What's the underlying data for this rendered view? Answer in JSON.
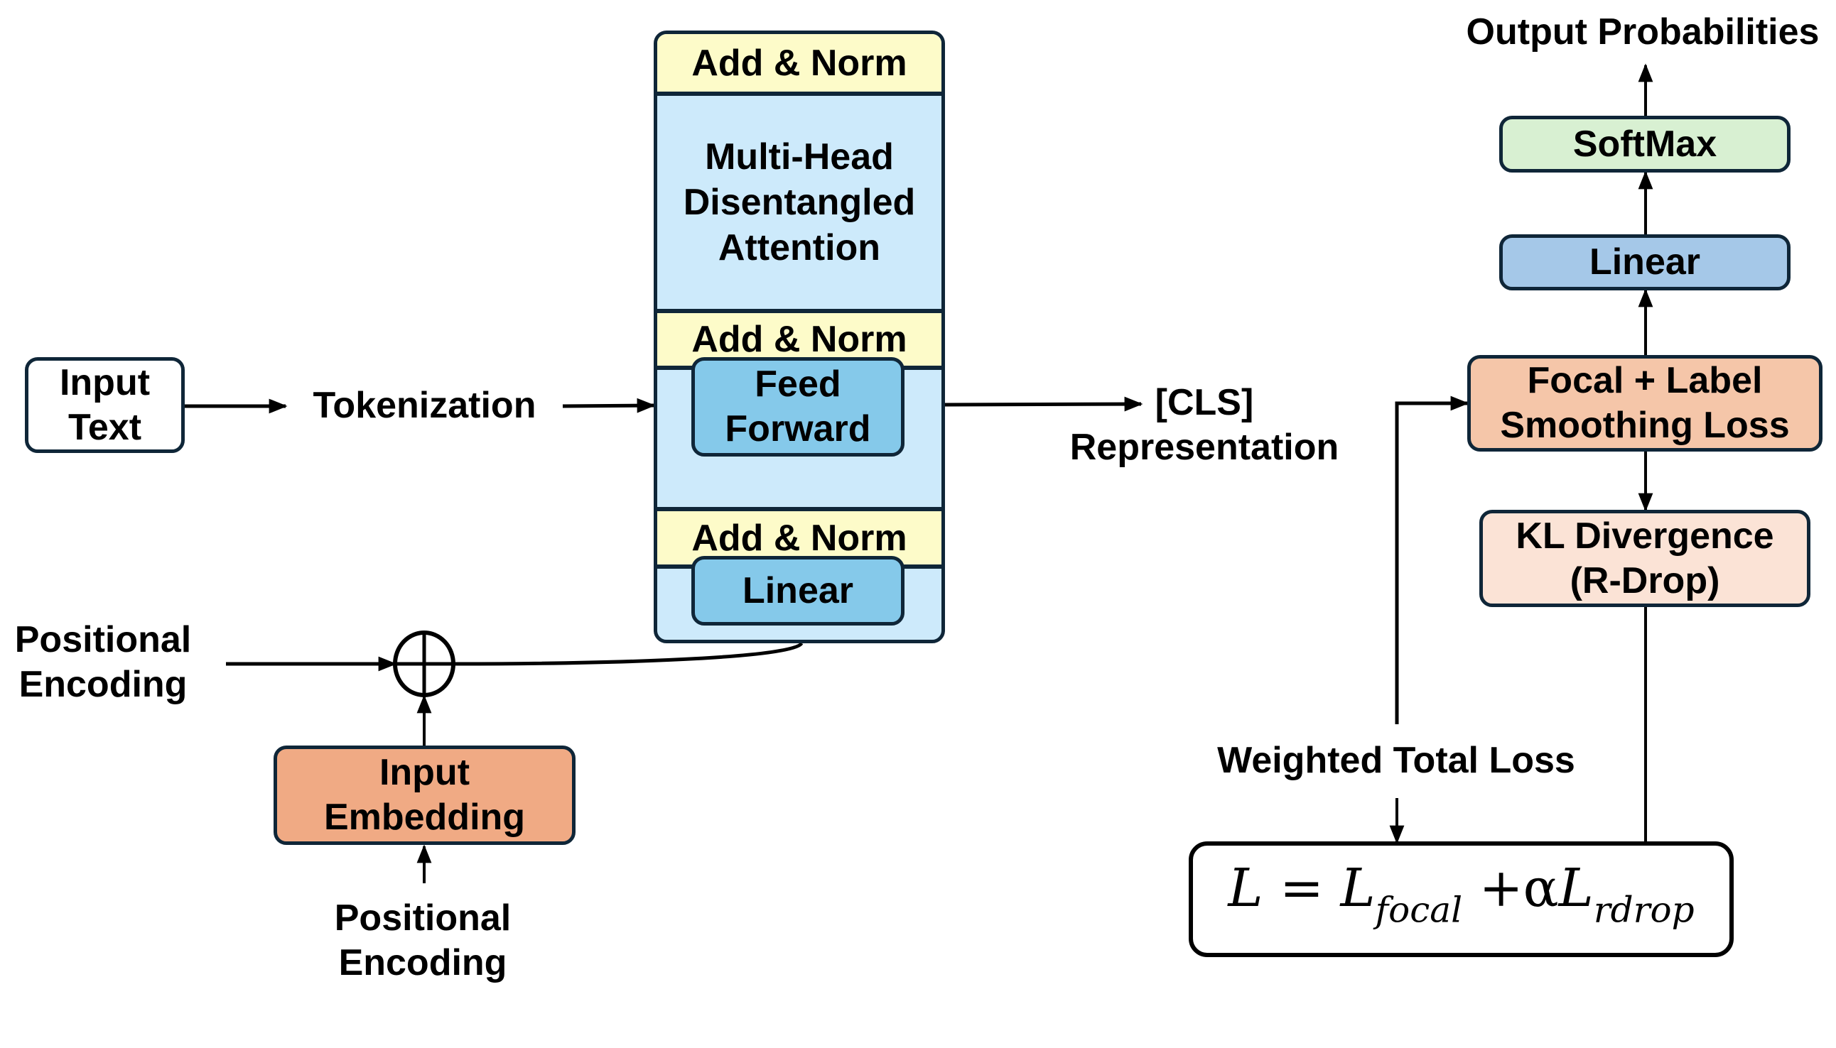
{
  "input": {
    "input_text": "Input\nText",
    "tokenization": "Tokenization",
    "positional_encoding_left": "Positional\nEncoding",
    "input_embedding": "Input\nEmbedding",
    "positional_encoding_bottom": "Positional\nEncoding",
    "add_symbol": "⊕"
  },
  "encoder": {
    "add_norm_1": "Add & Norm",
    "attention": "Multi-Head\nDisentangled\nAttention",
    "add_norm_2": "Add & Norm",
    "feed_forward": "Feed\nForward",
    "add_norm_3": "Add & Norm",
    "linear": "Linear"
  },
  "middle": {
    "cls_representation": "[CLS]\nRepresentation"
  },
  "head": {
    "output_probabilities": "Output Probabilities",
    "softmax": "SoftMax",
    "linear": "Linear",
    "focal_loss": "Focal + Label\nSmoothing Loss",
    "kl_divergence": "KL Divergence\n(R-Drop)",
    "weighted_total_loss": "Weighted Total Loss"
  },
  "formula": {
    "lhs": "L",
    "equals": " = ",
    "term1": "L",
    "term1_sub": "focal",
    "plus": " +",
    "alpha": "α",
    "term2": "L",
    "term2_sub": "rdrop"
  },
  "colors": {
    "border": "#0f2638",
    "encoder_bg": "#cdeafb",
    "add_norm_bg": "#fdfbc9",
    "inner_block_bg": "#85c9ea",
    "input_embedding_bg": "#f0aa84",
    "softmax_bg": "#d8f0d2",
    "head_linear_bg": "#a5c8e8",
    "focal_bg": "#f5c6a9",
    "kl_bg": "#fbe3d6"
  }
}
